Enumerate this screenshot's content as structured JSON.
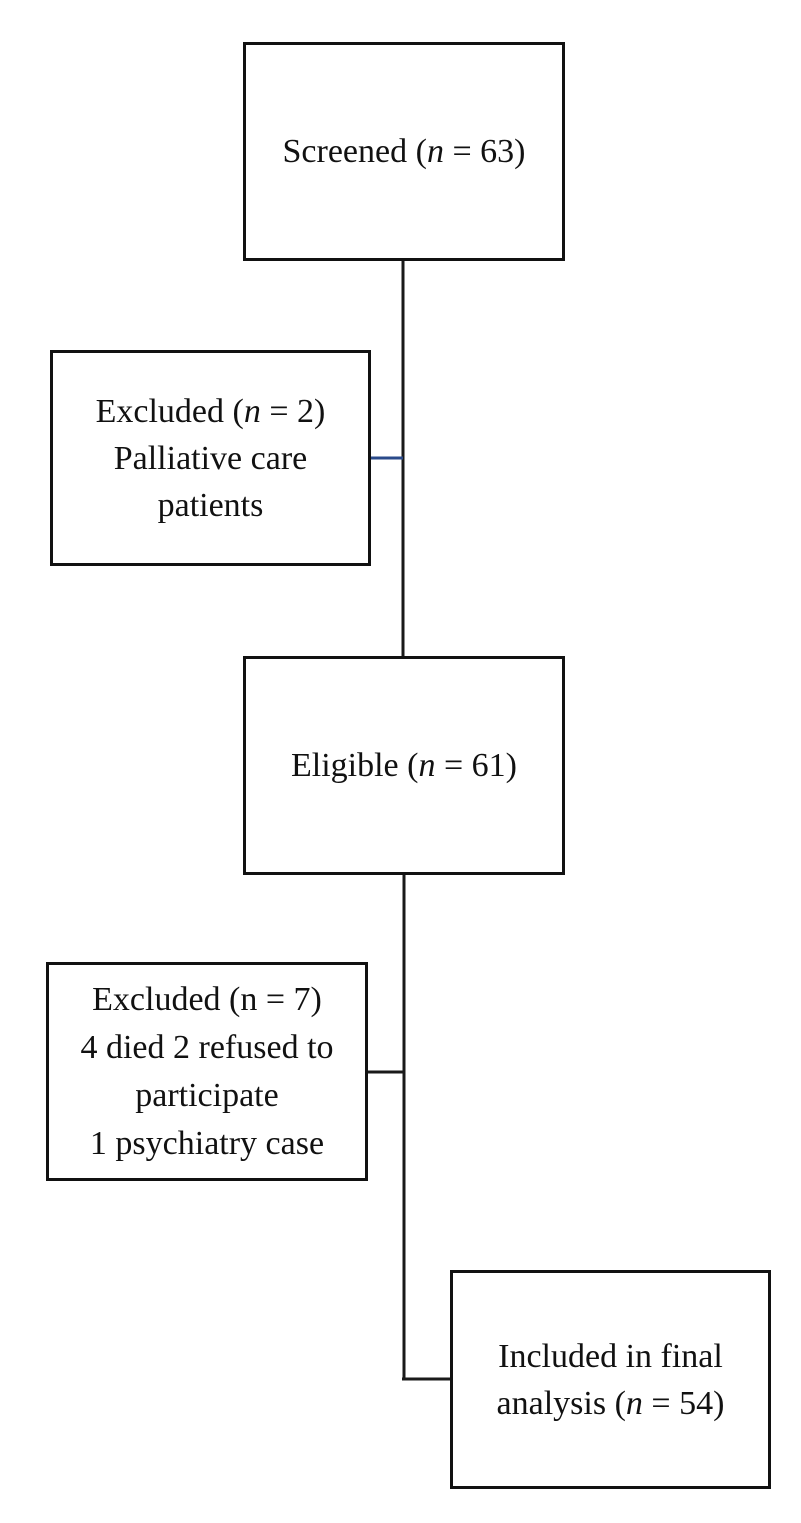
{
  "boxes": {
    "screened": {
      "label": "Screened",
      "count": "63"
    },
    "excluded_1": {
      "label": "Excluded",
      "count": "2",
      "reason_line_1": "Palliative care",
      "reason_line_2": "patients"
    },
    "eligible": {
      "label": "Eligible",
      "count": "61"
    },
    "excluded_2": {
      "heading": "Excluded (n = 7)",
      "reason_line_1": "4 died 2 refused to",
      "reason_line_2": "participate",
      "reason_line_3": "1 psychiatry case"
    },
    "final": {
      "label_line_1": "Included in final",
      "label_line_2_prefix": "analysis",
      "count": "54"
    }
  },
  "common": {
    "n_symbol": "n",
    "equals": " = "
  },
  "colors": {
    "box_border": "#111111",
    "connector": "#1a1a1a",
    "accent_connector": "#2a4a8a"
  }
}
